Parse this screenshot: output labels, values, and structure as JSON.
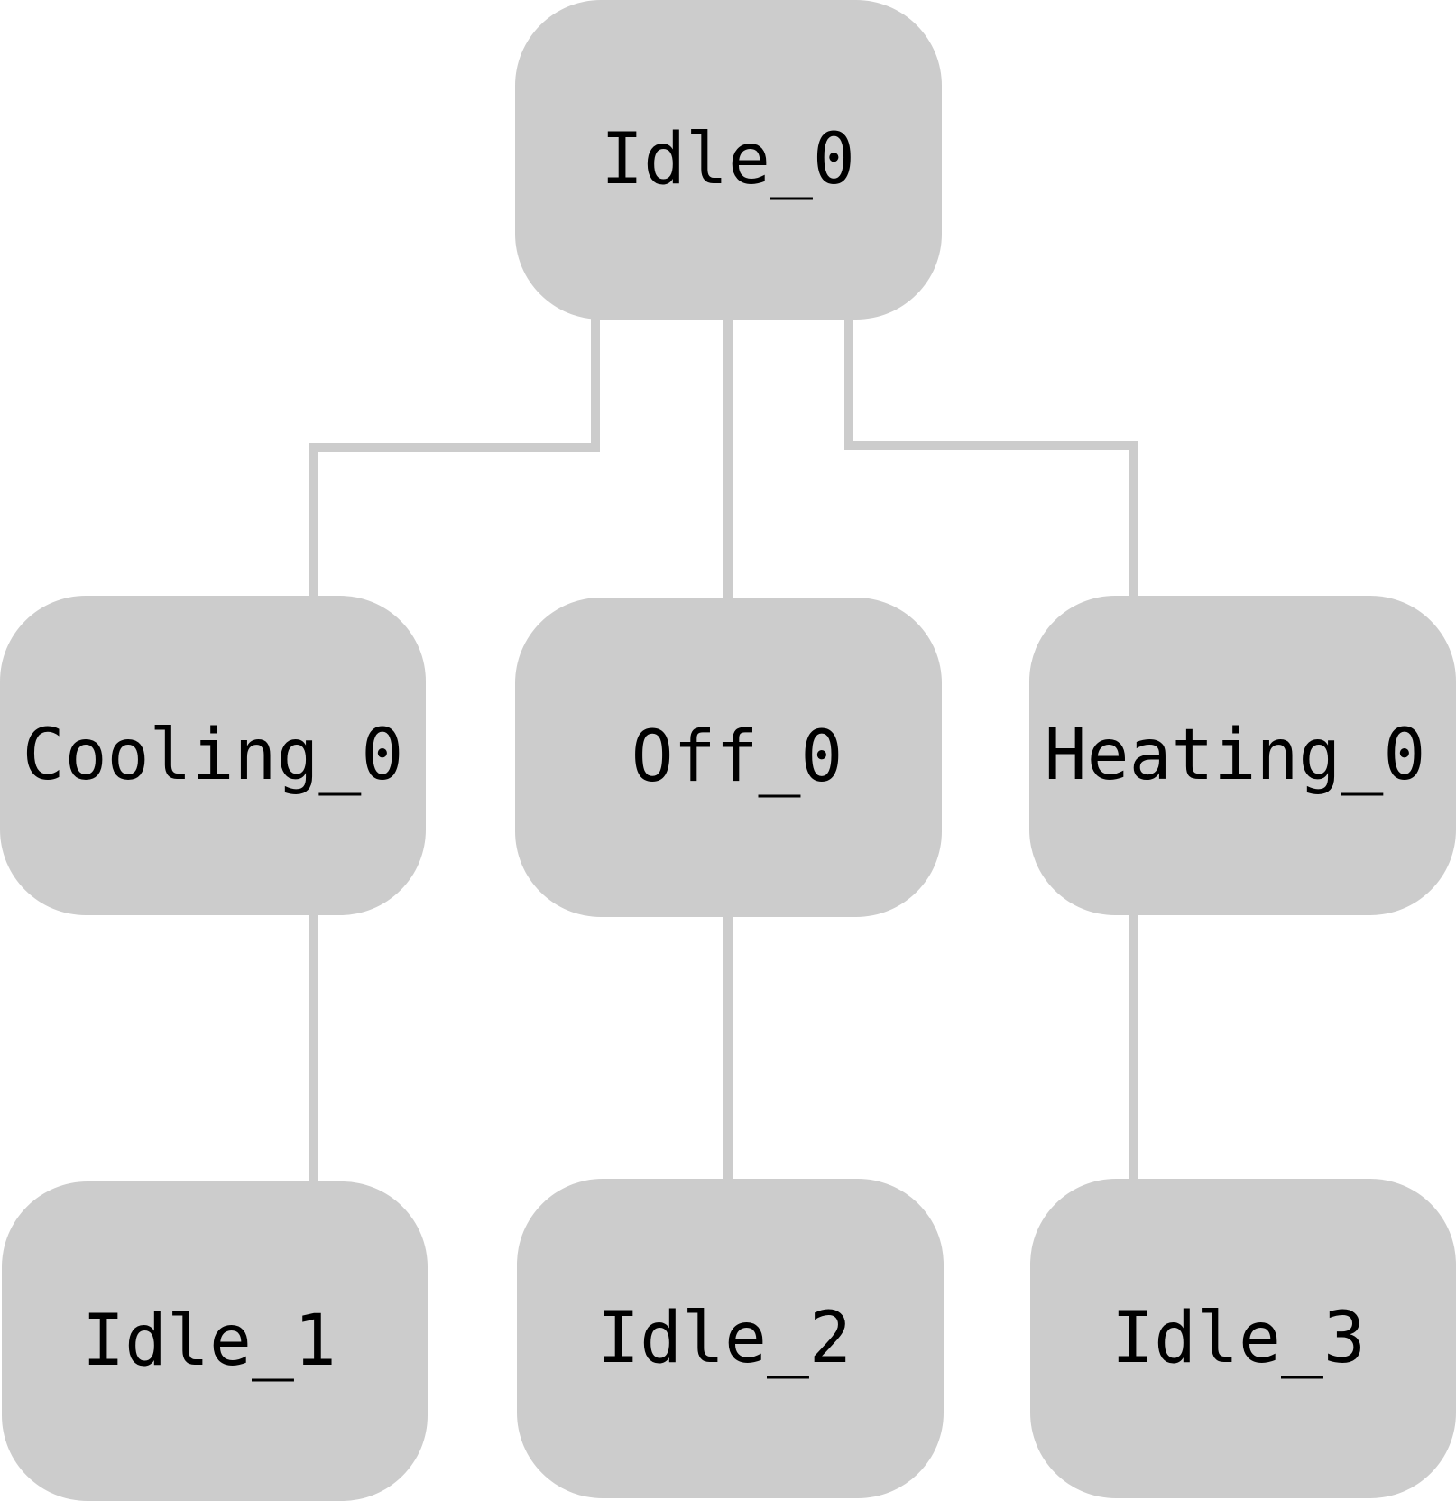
{
  "colors": {
    "node_fill": "#cccccc",
    "connector": "#cccccc",
    "text": "#000000",
    "background": "#ffffff"
  },
  "nodes": {
    "idle_0": {
      "label": "Idle_0"
    },
    "cooling_0": {
      "label": "Cooling_0"
    },
    "off_0": {
      "label": "Off_0"
    },
    "heating_0": {
      "label": "Heating_0"
    },
    "idle_1": {
      "label": "Idle_1"
    },
    "idle_2": {
      "label": "Idle_2"
    },
    "idle_3": {
      "label": "Idle_3"
    }
  },
  "edges": [
    {
      "from": "idle_0",
      "to": "cooling_0"
    },
    {
      "from": "idle_0",
      "to": "off_0"
    },
    {
      "from": "idle_0",
      "to": "heating_0"
    },
    {
      "from": "cooling_0",
      "to": "idle_1"
    },
    {
      "from": "off_0",
      "to": "idle_2"
    },
    {
      "from": "heating_0",
      "to": "idle_3"
    }
  ]
}
